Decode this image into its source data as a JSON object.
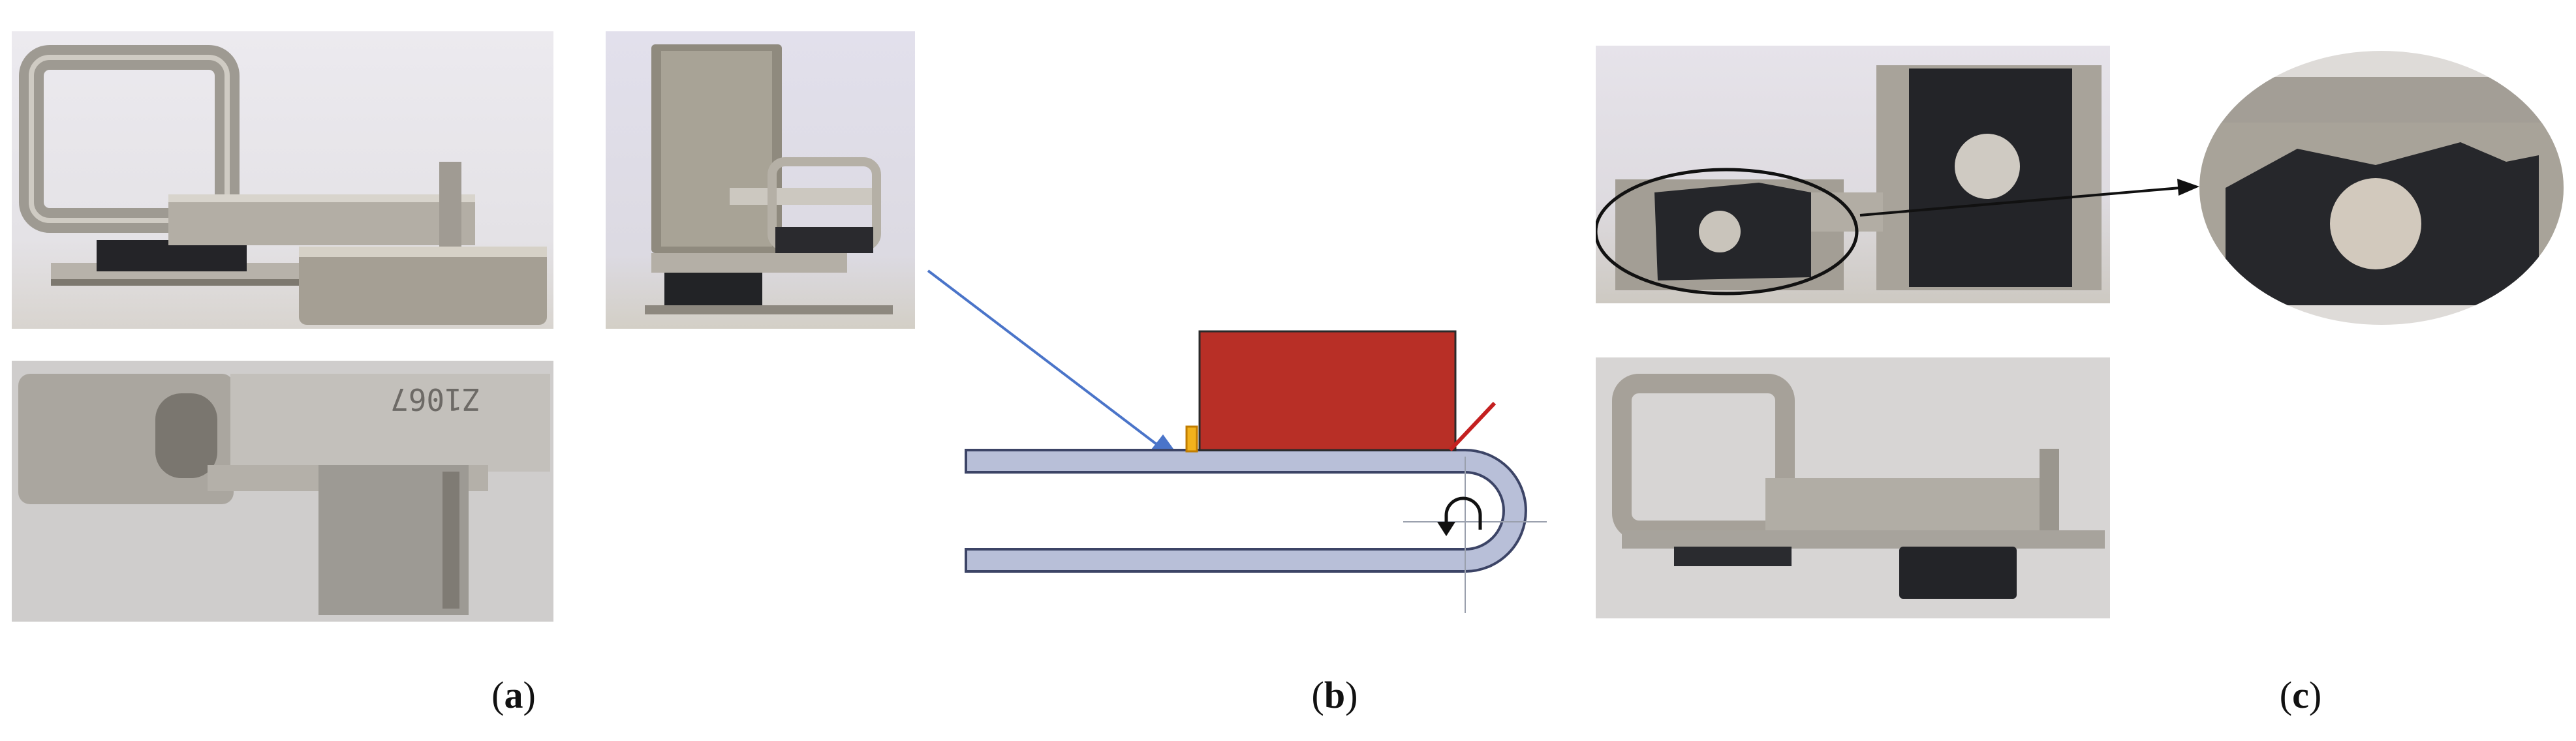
{
  "panels": {
    "a": {
      "caption_open": "(",
      "caption_letter": "a",
      "caption_close": ")",
      "part_marking": "Z1067"
    },
    "b": {
      "caption_open": "(",
      "caption_letter": "b",
      "caption_close": ")"
    },
    "c": {
      "caption_open": "(",
      "caption_letter": "c",
      "caption_close": ")"
    }
  },
  "colors": {
    "block_red": "#b82f26",
    "plate_blue": "#b8bfd8",
    "plate_outline": "#3c4466",
    "arrow_blue": "#4a74c9",
    "marker_orange": "#f2b21c",
    "marker_outline": "#c07c00",
    "red_line": "#c42020",
    "pad_black": "#222326",
    "metal": "#a9a49c"
  },
  "icons": {
    "rotation": "counterclockwise-arrow-icon",
    "crosshair": "crosshair-icon"
  }
}
